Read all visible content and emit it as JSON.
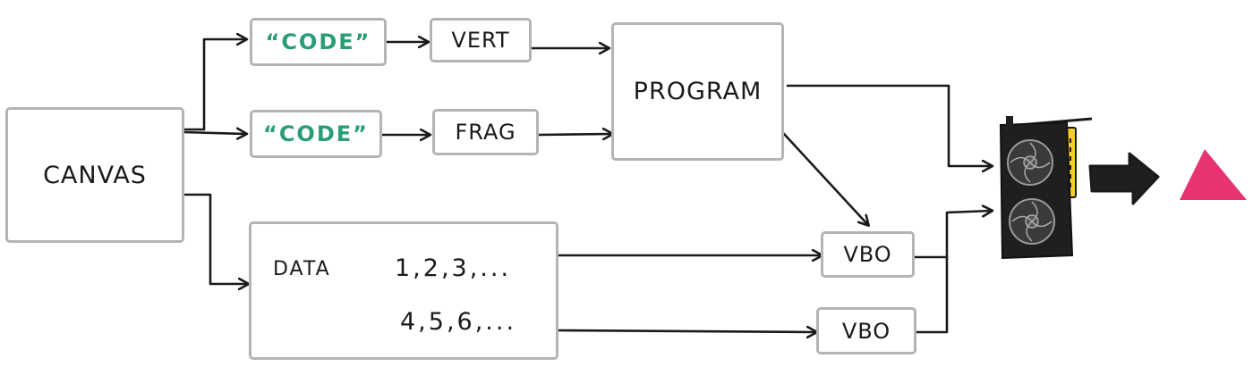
{
  "nodes": {
    "canvas": "CANVAS",
    "code_vert": "“CODE”",
    "code_frag": "“CODE”",
    "vert": "VERT",
    "frag": "FRAG",
    "program": "PROGRAM",
    "data": {
      "label": "DATA",
      "row1": "1,2,3,...",
      "row2": "4,5,6,..."
    },
    "vbo_top": "VBO",
    "vbo_bottom": "VBO"
  },
  "colors": {
    "box_border": "#b4b4b4",
    "code_text": "#2a9d78",
    "triangle": "#e8336f",
    "gpu_card": "#1f1f1f",
    "gpu_connector": "#f2d024",
    "arrow": "#1a1a1a"
  },
  "icons": {
    "gpu": "graphics-card-icon",
    "output_arrow": "output-arrow-icon",
    "result": "triangle-icon"
  }
}
